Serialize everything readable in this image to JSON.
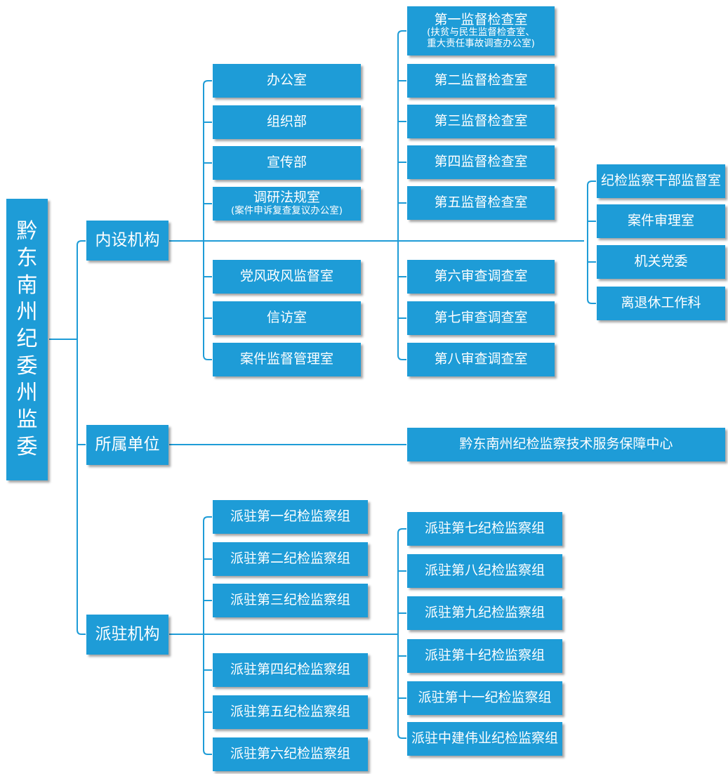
{
  "root": {
    "chars": [
      "黔",
      "东",
      "南",
      "州",
      "纪",
      "委",
      "州",
      "监",
      "委"
    ]
  },
  "categories": {
    "internal": "内设机构",
    "affiliated": "所属单位",
    "dispatched": "派驻机构"
  },
  "internal": {
    "col1": [
      "办公室",
      "组织部",
      "宣传部"
    ],
    "research": {
      "main": "调研法规室",
      "sub": "(案件申诉复查复议办公室)"
    },
    "col1_lower": [
      "党风政风监督室",
      "信访室",
      "案件监督管理室"
    ],
    "first_room": {
      "main": "第一监督检查室",
      "sub1": "(扶贫与民生监督检查室、",
      "sub2": "重大责任事故调查办公室)"
    },
    "col2": [
      "第二监督检查室",
      "第三监督检查室",
      "第四监督检查室",
      "第五监督检查室"
    ],
    "col2_lower": [
      "第六审查调查室",
      "第七审查调查室",
      "第八审查调查室"
    ],
    "col3": [
      "纪检监察干部监督室",
      "案件审理室",
      "机关党委",
      "离退休工作科"
    ]
  },
  "affiliated": {
    "center": "黔东南州纪检监察技术服务保障中心"
  },
  "dispatched": {
    "left": [
      "派驻第一纪检监察组",
      "派驻第二纪检监察组",
      "派驻第三纪检监察组",
      "派驻第四纪检监察组",
      "派驻第五纪检监察组",
      "派驻第六纪检监察组"
    ],
    "right": [
      "派驻第七纪检监察组",
      "派驻第八纪检监察组",
      "派驻第九纪检监察组",
      "派驻第十纪检监察组",
      "派驻第十一纪检监察组",
      "派驻中建伟业纪检监察组"
    ]
  },
  "colors": {
    "box": "#1e9cd7",
    "line": "#1e9cd7",
    "text": "#ffffff"
  }
}
